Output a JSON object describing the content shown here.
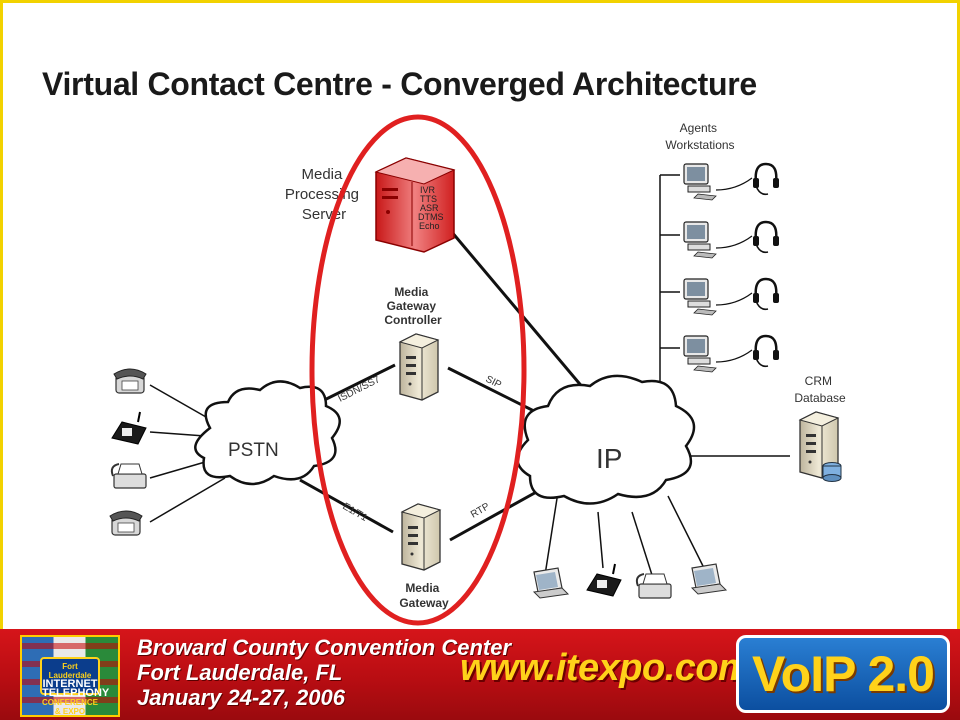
{
  "title": "Virtual Contact Centre  - Converged Architecture",
  "nodes": {
    "media_processing_server": {
      "label": [
        "Media",
        "Processing",
        "Server"
      ],
      "functions": [
        "IVR",
        "TTS",
        "ASR",
        "DTMS",
        "Echo"
      ],
      "icon": "server-icon",
      "highlight_color": "#e02020"
    },
    "media_gateway_controller": {
      "label": [
        "Media",
        "Gateway",
        "Controller"
      ],
      "icon": "server-icon"
    },
    "media_gateway": {
      "label": [
        "Media",
        "Gateway"
      ],
      "icon": "server-icon"
    },
    "pstn": {
      "label": "PSTN",
      "icon": "cloud-icon"
    },
    "ip": {
      "label": "IP",
      "icon": "cloud-icon"
    },
    "agents": {
      "label": [
        "Agents",
        "Workstations"
      ],
      "count": 4,
      "icon": "workstation-headset-icon"
    },
    "crm": {
      "label": [
        "CRM",
        "Database"
      ],
      "icon": "database-server-icon"
    },
    "pstn_devices": [
      "phone-icon",
      "cordless-phone-icon",
      "fax-icon",
      "phone-icon"
    ],
    "ip_devices": [
      "laptop-icon",
      "cordless-phone-icon",
      "fax-icon",
      "laptop-icon"
    ]
  },
  "links": {
    "isdn_ss7": "ISDN/SS7",
    "sip": "SIP",
    "e1_t1": "E1/T1",
    "rtp": "RTP"
  },
  "highlight": {
    "shape": "ellipse",
    "color": "#e02020"
  },
  "banner": {
    "venue_line1": "Broward County Convention Center",
    "venue_line2": "Fort Lauderdale, FL",
    "venue_line3": "January 24-27, 2006",
    "website": "www.itexpo.com",
    "product": "VoIP 2.0",
    "logo_line1": "Fort Lauderdale",
    "logo_line2": "INTERNET",
    "logo_line3": "TELEPHONY",
    "logo_line4": "CONFERENCE & EXPO",
    "background_color": "#c8101a",
    "accent_color": "#ffd21a"
  },
  "colors": {
    "frame": "#f2d200",
    "lines": "#111111"
  }
}
